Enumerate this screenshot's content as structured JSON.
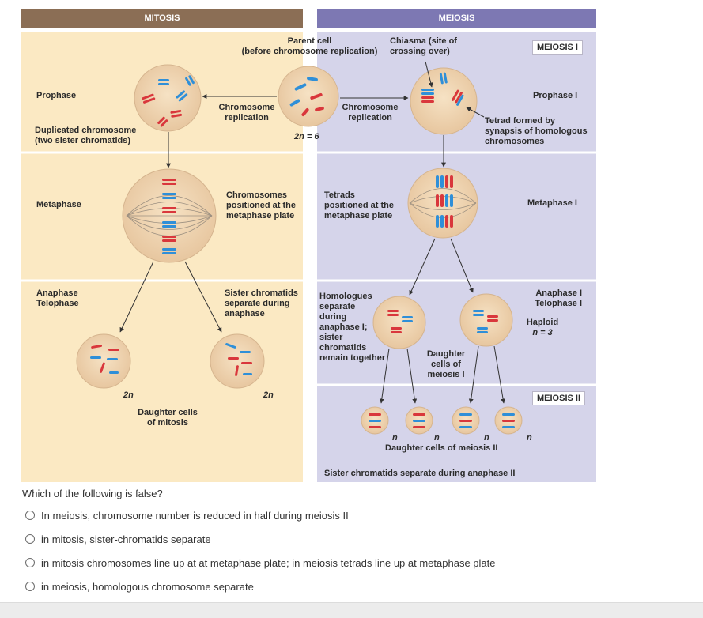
{
  "figure": {
    "mitosis_header": "MITOSIS",
    "meiosis_header": "MEIOSIS",
    "meiosis1_badge": "MEIOSIS I",
    "meiosis2_badge": "MEIOSIS II",
    "parent_cell": [
      "Parent cell",
      "(before chromosome replication)"
    ],
    "chiasma": [
      "Chiasma (site of",
      "crossing over)"
    ],
    "prophase": "Prophase",
    "duplicated": [
      "Duplicated chromosome",
      "(two sister chromatids)"
    ],
    "chrom_rep_left": [
      "Chromosome",
      "replication"
    ],
    "chrom_rep_right": [
      "Chromosome",
      "replication"
    ],
    "two_n_six": "2n = 6",
    "prophase_1": "Prophase I",
    "tetrad_formed": [
      "Tetrad formed by",
      "synapsis of homologous",
      "chromosomes"
    ],
    "metaphase": "Metaphase",
    "chrom_positioned": [
      "Chromosomes",
      "positioned at the",
      "metaphase plate"
    ],
    "tetrads_positioned": [
      "Tetrads",
      "positioned at the",
      "metaphase plate"
    ],
    "metaphase_1": "Metaphase I",
    "anaphase_telophase": [
      "Anaphase",
      "Telophase"
    ],
    "sister_separate": [
      "Sister chromatids",
      "separate during",
      "anaphase"
    ],
    "homologues": [
      "Homologues",
      "separate",
      "during",
      "anaphase I;",
      "sister",
      "chromatids",
      "remain together"
    ],
    "anaphase_1": [
      "Anaphase I",
      "Telophase I"
    ],
    "haploid": [
      "Haploid",
      "n = 3"
    ],
    "daughter_meiosis1": [
      "Daughter",
      "cells of",
      "meiosis I"
    ],
    "two_n_a": "2n",
    "two_n_b": "2n",
    "daughter_mitosis": [
      "Daughter cells",
      "of mitosis"
    ],
    "n_labels": [
      "n",
      "n",
      "n",
      "n"
    ],
    "daughter_meiosis2": "Daughter cells of meiosis II",
    "sister_meiosis2": "Sister chromatids separate during anaphase II",
    "colors": {
      "mitosis_bg": "#fbe9c3",
      "meiosis_bg": "#d5d4ea",
      "mitosis_hdr": "#8b6e55",
      "meiosis_hdr": "#7d78b3",
      "cell": "#f1d9b8",
      "red": "#d9373c",
      "blue": "#2f8fd8"
    }
  },
  "question": "Which of the following is false?",
  "options": [
    "In meiosis, chromosome number is reduced in half during meiosis II",
    "in mitosis, sister-chromatids separate",
    "in mitosis chromosomes line up at at metaphase plate; in meiosis tetrads line up at metaphase plate",
    "in meiosis, homologous chromosome separate"
  ]
}
